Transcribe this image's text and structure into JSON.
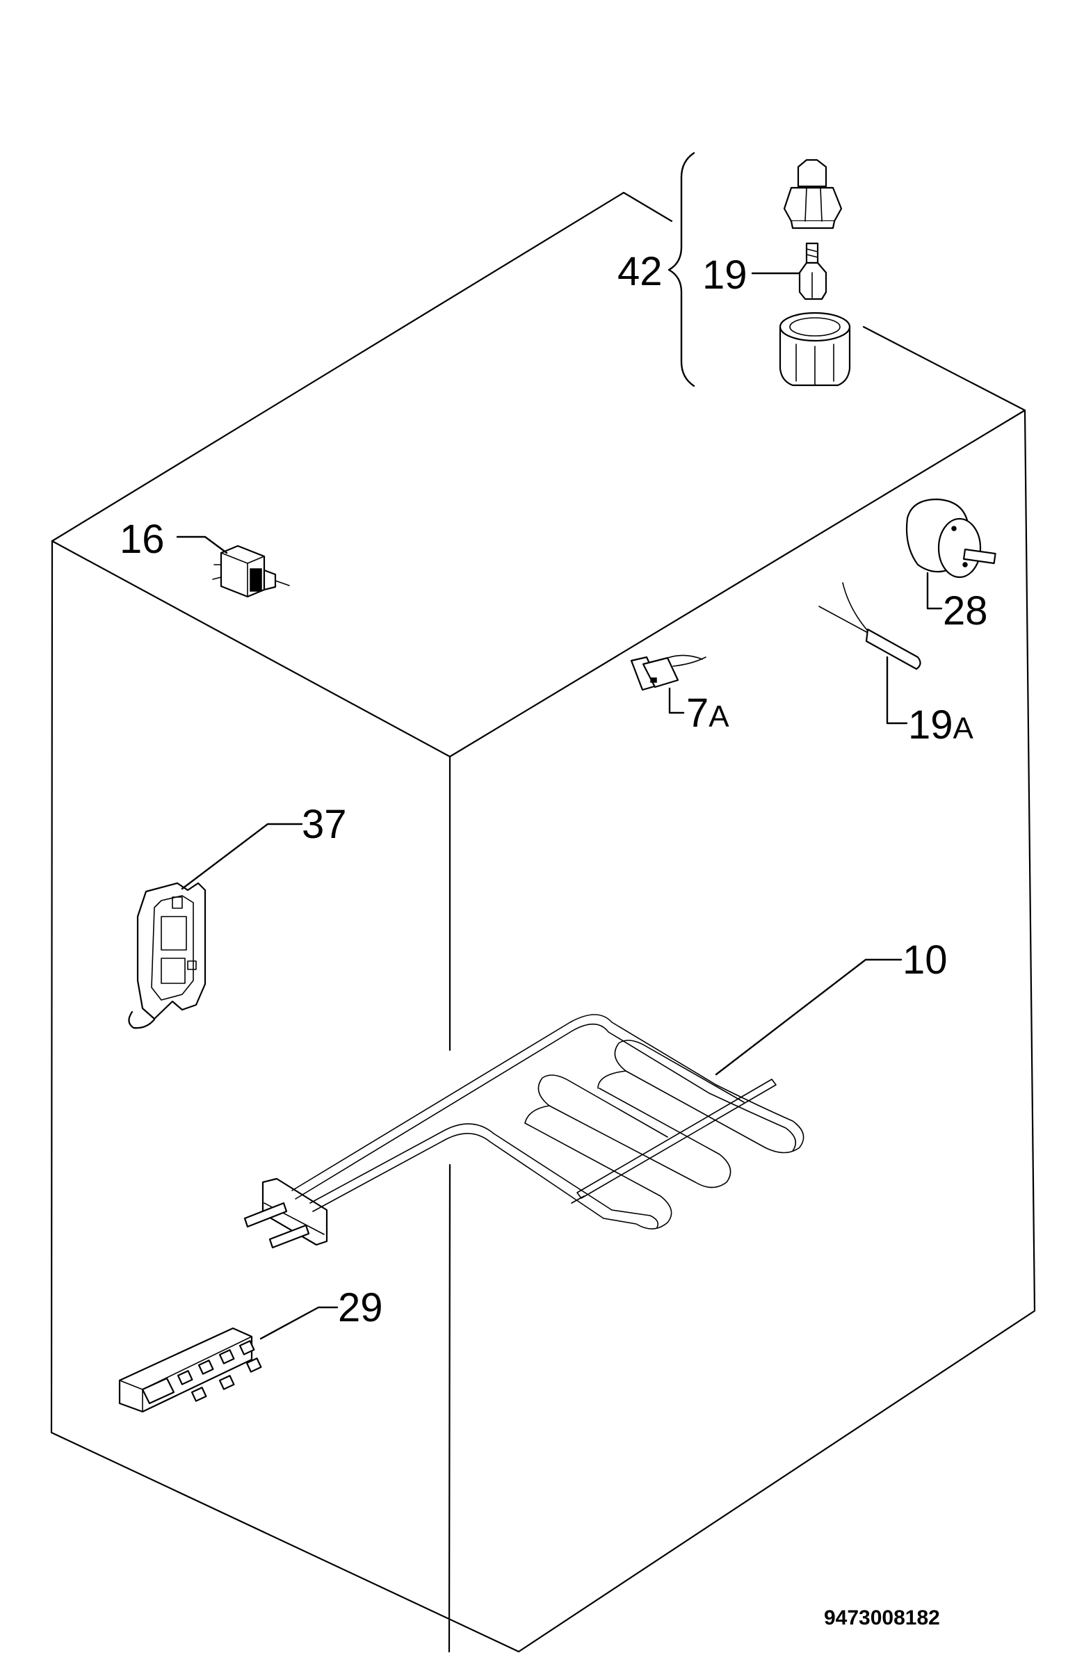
{
  "callouts": {
    "c42": "42",
    "c19": "19",
    "c16": "16",
    "c28": "28",
    "c7": "7",
    "c7_suffix": "A",
    "c19a": "19",
    "c19a_suffix": "A",
    "c37": "37",
    "c10": "10",
    "c29": "29"
  },
  "document_number": "9473008182"
}
